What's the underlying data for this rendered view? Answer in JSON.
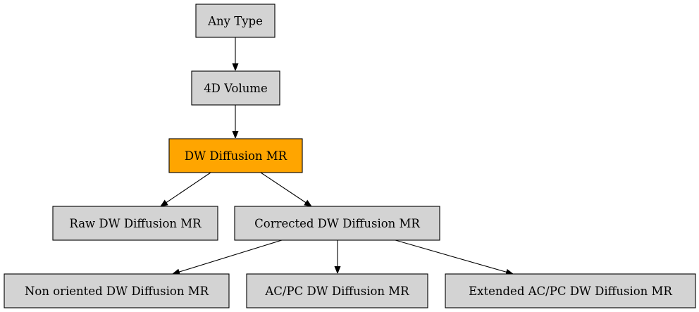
{
  "colors": {
    "default_fill": "#d3d3d3",
    "highlight_fill": "#ffa500",
    "border": "#000000",
    "background": "#ffffff"
  },
  "diagram": {
    "nodes": [
      {
        "id": "any_type",
        "label": "Any Type",
        "highlighted": false
      },
      {
        "id": "volume_4d",
        "label": "4D Volume",
        "highlighted": false
      },
      {
        "id": "dw_diffusion_mr",
        "label": "DW Diffusion MR",
        "highlighted": true
      },
      {
        "id": "raw_dw_diffusion_mr",
        "label": "Raw DW Diffusion MR",
        "highlighted": false
      },
      {
        "id": "corrected_dw_diffusion_mr",
        "label": "Corrected DW Diffusion MR",
        "highlighted": false
      },
      {
        "id": "non_oriented_dw_diffusion_mr",
        "label": "Non oriented DW Diffusion MR",
        "highlighted": false
      },
      {
        "id": "acpc_dw_diffusion_mr",
        "label": "AC/PC DW Diffusion MR",
        "highlighted": false
      },
      {
        "id": "extended_acpc_dw_diffusion_mr",
        "label": "Extended AC/PC DW Diffusion MR",
        "highlighted": false
      }
    ],
    "edges": [
      {
        "from": "any_type",
        "to": "volume_4d"
      },
      {
        "from": "volume_4d",
        "to": "dw_diffusion_mr"
      },
      {
        "from": "dw_diffusion_mr",
        "to": "raw_dw_diffusion_mr"
      },
      {
        "from": "dw_diffusion_mr",
        "to": "corrected_dw_diffusion_mr"
      },
      {
        "from": "corrected_dw_diffusion_mr",
        "to": "non_oriented_dw_diffusion_mr"
      },
      {
        "from": "corrected_dw_diffusion_mr",
        "to": "acpc_dw_diffusion_mr"
      },
      {
        "from": "corrected_dw_diffusion_mr",
        "to": "extended_acpc_dw_diffusion_mr"
      }
    ]
  }
}
